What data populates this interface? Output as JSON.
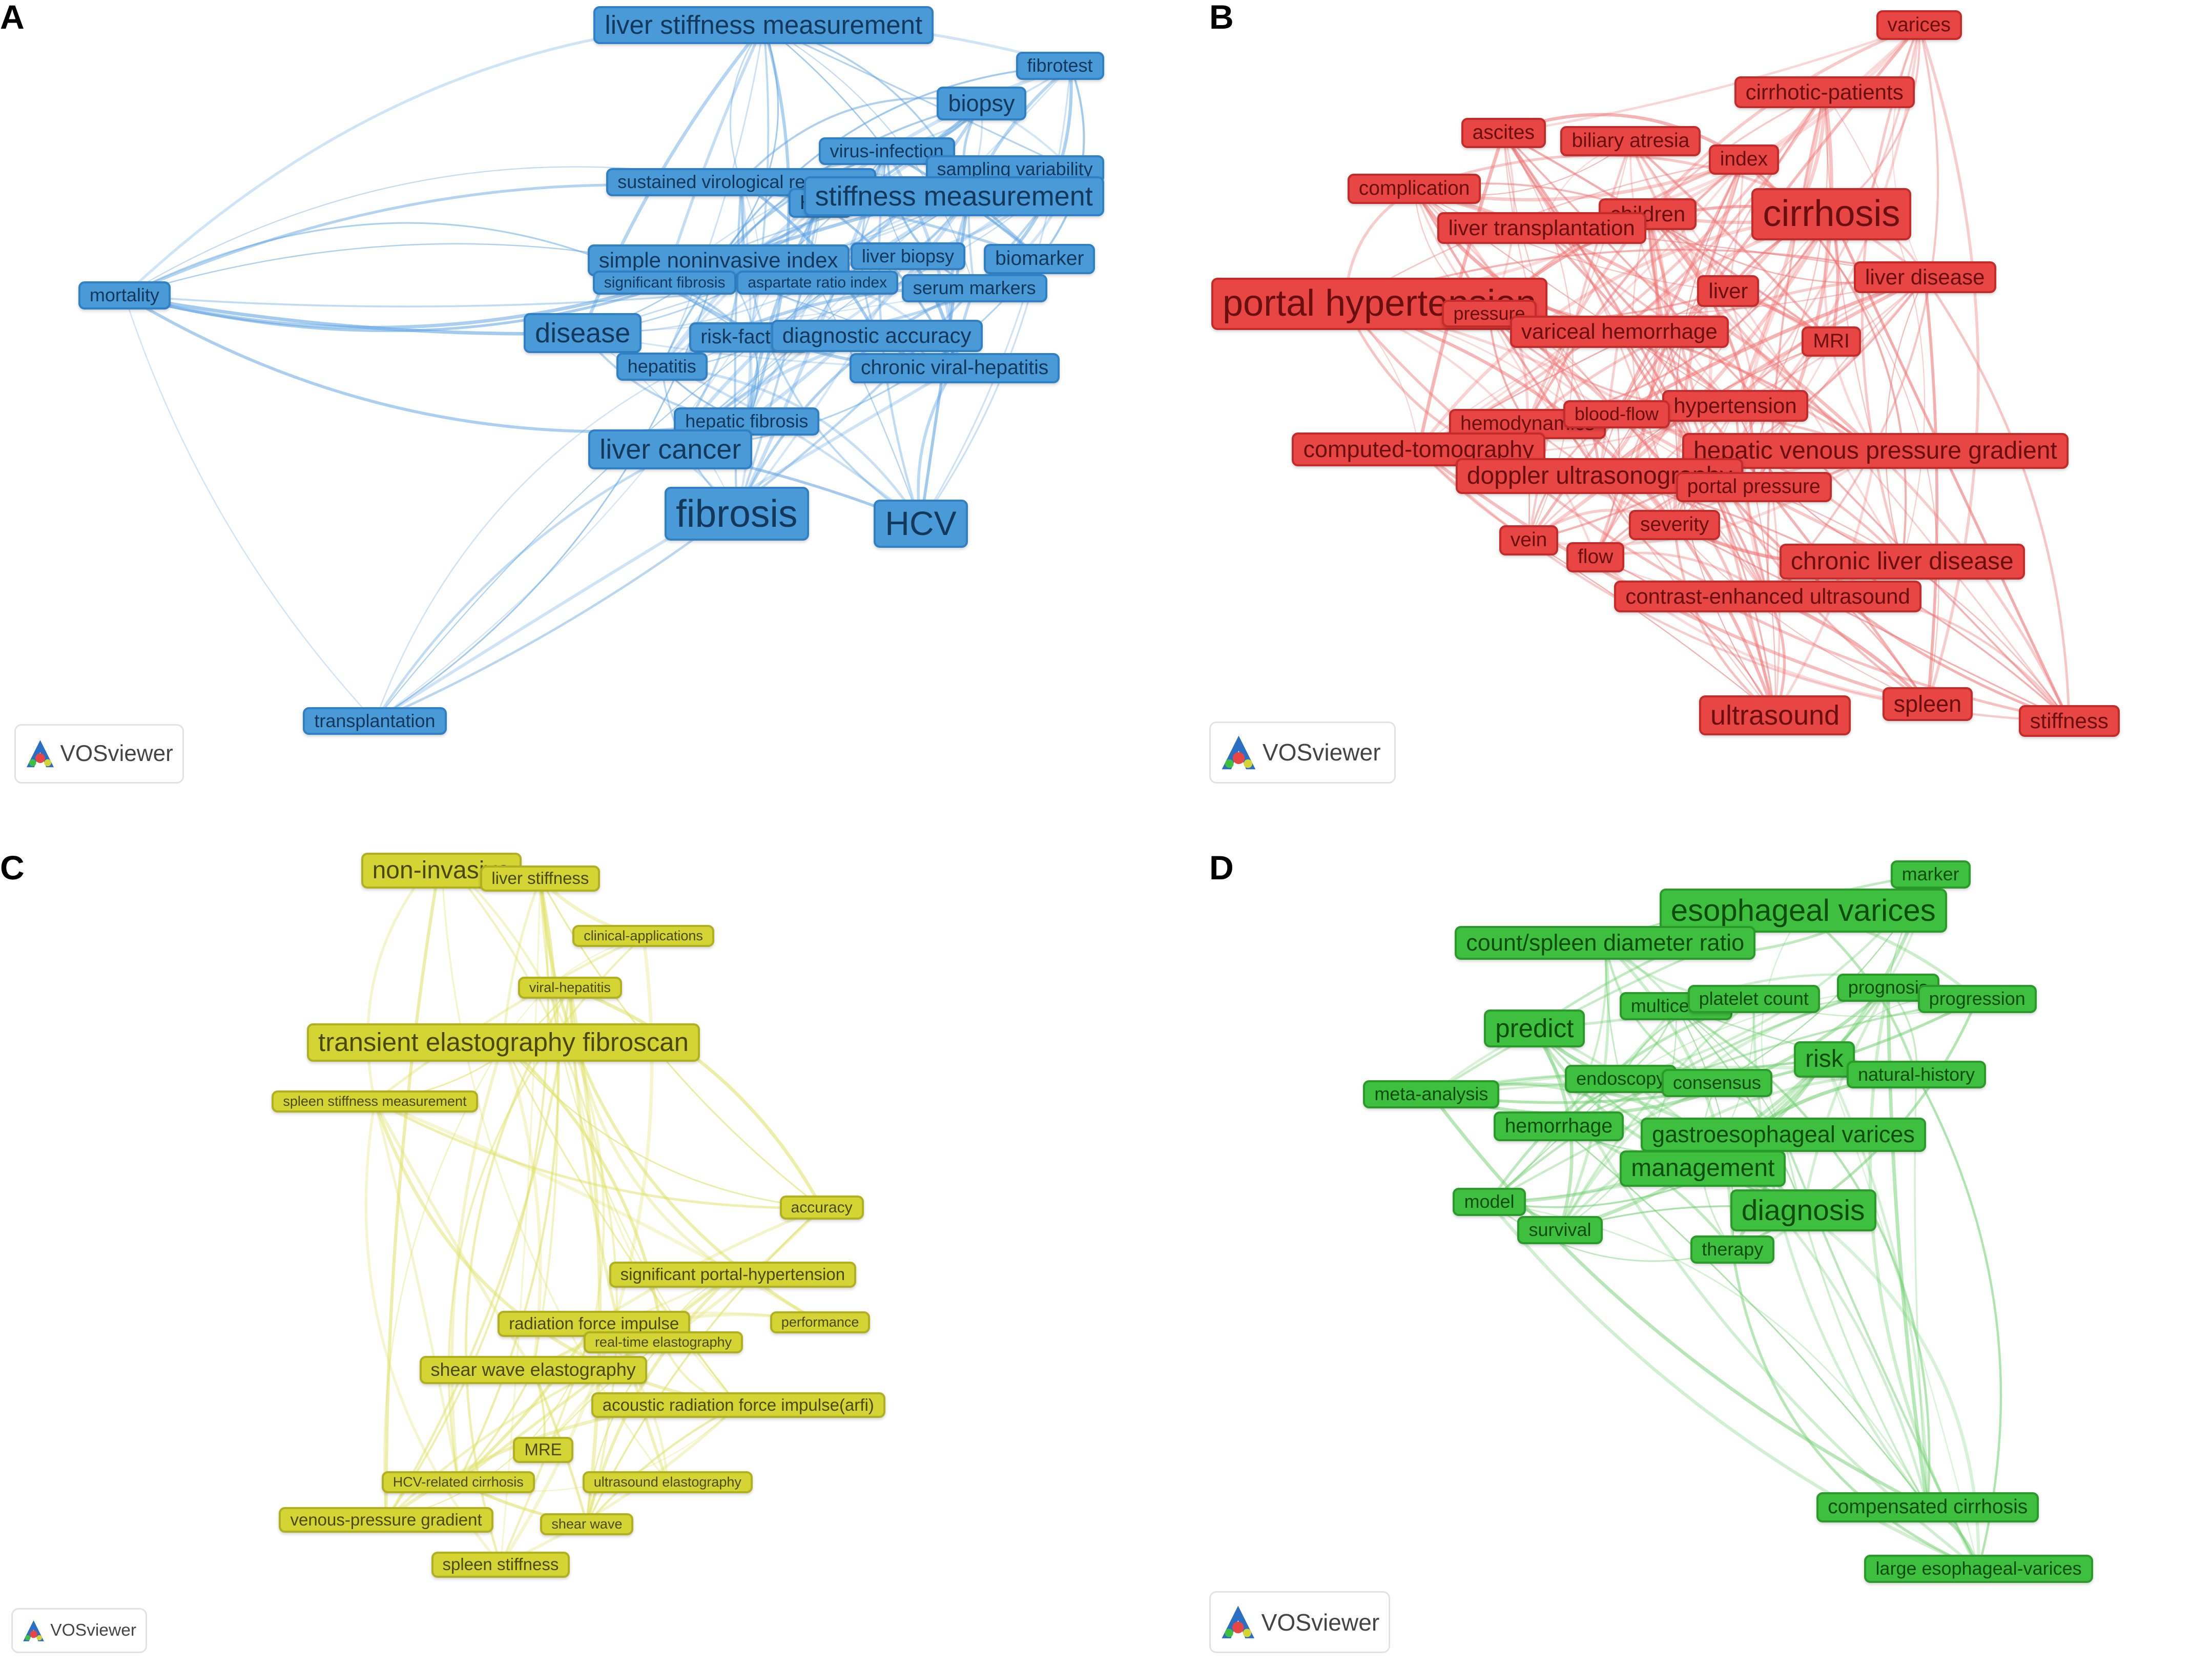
{
  "panels": [
    {
      "letter": "A",
      "watermark": "VOSviewer",
      "colors": {
        "fill": "#4a9ad8",
        "border": "#2f80c4",
        "text": "#14385c",
        "link": "#5da3e2"
      },
      "nodes": [
        {
          "label": "liver stiffness measurement",
          "size": 34
        },
        {
          "label": "fibrotest",
          "size": 24
        },
        {
          "label": "biopsy",
          "size": 30
        },
        {
          "label": "virus-infection",
          "size": 24
        },
        {
          "label": "sampling variability",
          "size": 24
        },
        {
          "label": "sustained virological response",
          "size": 24
        },
        {
          "label": "HBV",
          "size": 26
        },
        {
          "label": "stiffness measurement",
          "size": 36
        },
        {
          "label": "simple noninvasive index",
          "size": 28
        },
        {
          "label": "liver biopsy",
          "size": 24
        },
        {
          "label": "biomarker",
          "size": 26
        },
        {
          "label": "significant fibrosis",
          "size": 20
        },
        {
          "label": "aspartate ratio index",
          "size": 20
        },
        {
          "label": "serum markers",
          "size": 24
        },
        {
          "label": "mortality",
          "size": 24
        },
        {
          "label": "disease",
          "size": 36
        },
        {
          "label": "risk-factors",
          "size": 26
        },
        {
          "label": "diagnostic accuracy",
          "size": 28
        },
        {
          "label": "hepatitis",
          "size": 24
        },
        {
          "label": "chronic viral-hepatitis",
          "size": 26
        },
        {
          "label": "hepatic fibrosis",
          "size": 24
        },
        {
          "label": "liver cancer",
          "size": 36
        },
        {
          "label": "fibrosis",
          "size": 50
        },
        {
          "label": "HCV",
          "size": 44
        },
        {
          "label": "transplantation",
          "size": 24
        }
      ]
    },
    {
      "letter": "B",
      "watermark": "VOSviewer",
      "colors": {
        "fill": "#e84545",
        "border": "#c42c2c",
        "text": "#6a0f0f",
        "link": "#ef7373"
      },
      "nodes": [
        {
          "label": "varices",
          "size": 26
        },
        {
          "label": "cirrhotic-patients",
          "size": 28
        },
        {
          "label": "ascites",
          "size": 26
        },
        {
          "label": "biliary atresia",
          "size": 26
        },
        {
          "label": "index",
          "size": 26
        },
        {
          "label": "complication",
          "size": 26
        },
        {
          "label": "children",
          "size": 28
        },
        {
          "label": "cirrhosis",
          "size": 48
        },
        {
          "label": "liver transplantation",
          "size": 28
        },
        {
          "label": "liver disease",
          "size": 28
        },
        {
          "label": "portal hypertension",
          "size": 48
        },
        {
          "label": "liver",
          "size": 28
        },
        {
          "label": "pressure",
          "size": 24
        },
        {
          "label": "variceal hemorrhage",
          "size": 28
        },
        {
          "label": "MRI",
          "size": 26
        },
        {
          "label": "hypertension",
          "size": 28
        },
        {
          "label": "hemodynamics",
          "size": 26
        },
        {
          "label": "blood-flow",
          "size": 24
        },
        {
          "label": "computed-tomography",
          "size": 30
        },
        {
          "label": "hepatic venous pressure gradient",
          "size": 32
        },
        {
          "label": "doppler ultrasonography",
          "size": 32
        },
        {
          "label": "portal pressure",
          "size": 26
        },
        {
          "label": "severity",
          "size": 26
        },
        {
          "label": "vein",
          "size": 26
        },
        {
          "label": "flow",
          "size": 26
        },
        {
          "label": "chronic liver disease",
          "size": 32
        },
        {
          "label": "contrast-enhanced ultrasound",
          "size": 28
        },
        {
          "label": "ultrasound",
          "size": 36
        },
        {
          "label": "spleen",
          "size": 30
        },
        {
          "label": "stiffness",
          "size": 28
        }
      ]
    },
    {
      "letter": "C",
      "watermark": "VOSviewer",
      "colors": {
        "fill": "#d4d434",
        "border": "#b0b020",
        "text": "#4a4a08",
        "link": "#dfe064"
      },
      "nodes": [
        {
          "label": "non-invasive",
          "size": 32
        },
        {
          "label": "liver stiffness",
          "size": 22
        },
        {
          "label": "clinical-applications",
          "size": 18
        },
        {
          "label": "viral-hepatitis",
          "size": 18
        },
        {
          "label": "transient elastography fibroscan",
          "size": 34
        },
        {
          "label": "spleen stiffness measurement",
          "size": 18
        },
        {
          "label": "accuracy",
          "size": 20
        },
        {
          "label": "significant portal-hypertension",
          "size": 22
        },
        {
          "label": "radiation force impulse",
          "size": 22
        },
        {
          "label": "performance",
          "size": 18
        },
        {
          "label": "real-time elastography",
          "size": 18
        },
        {
          "label": "shear wave elastography",
          "size": 24
        },
        {
          "label": "acoustic radiation force impulse(arfi)",
          "size": 22
        },
        {
          "label": "MRE",
          "size": 22
        },
        {
          "label": "HCV-related cirrhosis",
          "size": 18
        },
        {
          "label": "ultrasound elastography",
          "size": 18
        },
        {
          "label": "venous-pressure gradient",
          "size": 22
        },
        {
          "label": "shear wave",
          "size": 18
        },
        {
          "label": "spleen stiffness",
          "size": 22
        }
      ]
    },
    {
      "letter": "D",
      "watermark": "VOSviewer",
      "colors": {
        "fill": "#3fbf3f",
        "border": "#2a9a2a",
        "text": "#0f4d0f",
        "link": "#6fcf6f"
      },
      "nodes": [
        {
          "label": "marker",
          "size": 24
        },
        {
          "label": "esophageal varices",
          "size": 40
        },
        {
          "label": "count/spleen diameter ratio",
          "size": 30
        },
        {
          "label": "prognosis",
          "size": 24
        },
        {
          "label": "multicenter",
          "size": 24
        },
        {
          "label": "platelet count",
          "size": 24
        },
        {
          "label": "progression",
          "size": 24
        },
        {
          "label": "predict",
          "size": 34
        },
        {
          "label": "risk",
          "size": 32
        },
        {
          "label": "endoscopy",
          "size": 24
        },
        {
          "label": "consensus",
          "size": 24
        },
        {
          "label": "natural-history",
          "size": 24
        },
        {
          "label": "meta-analysis",
          "size": 24
        },
        {
          "label": "hemorrhage",
          "size": 26
        },
        {
          "label": "gastroesophageal varices",
          "size": 30
        },
        {
          "label": "management",
          "size": 32
        },
        {
          "label": "model",
          "size": 24
        },
        {
          "label": "diagnosis",
          "size": 38
        },
        {
          "label": "survival",
          "size": 24
        },
        {
          "label": "therapy",
          "size": 24
        },
        {
          "label": "compensated cirrhosis",
          "size": 26
        },
        {
          "label": "large esophageal-varices",
          "size": 24
        }
      ]
    }
  ]
}
